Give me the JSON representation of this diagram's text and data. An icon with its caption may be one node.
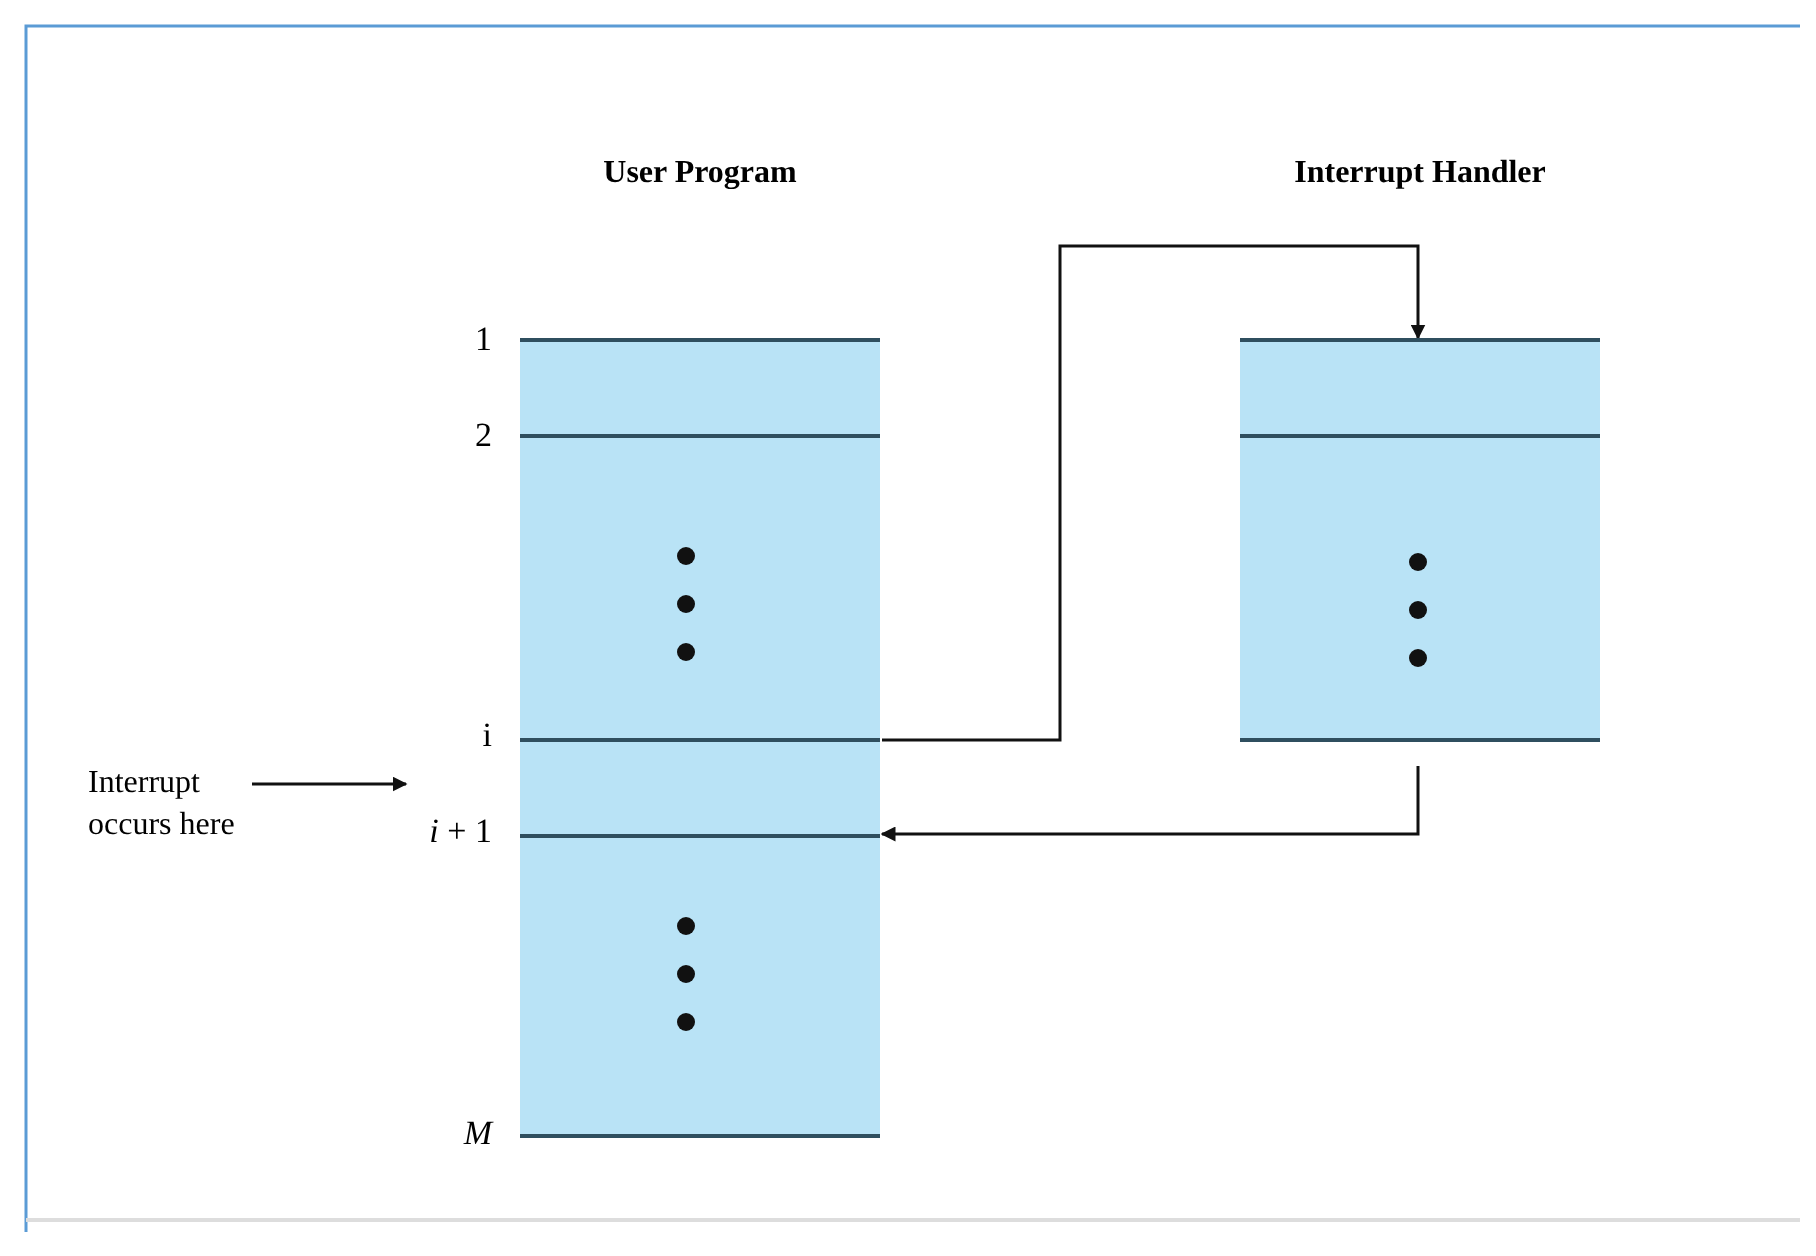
{
  "diagram": {
    "nodes": [
      {
        "text": [
          "User Program"
        ],
        "beside": [
          "1",
          "2",
          "i",
          "*i* + 1",
          "M"
        ]
      },
      {
        "text": [
          "Interrupt Handler"
        ]
      },
      {
        "text": [
          "Interrupt occurs here"
        ]
      }
    ],
    "edges": [
      {
        "from": 0,
        "to": 1,
        "arrow": "to"
      },
      {
        "from": 1,
        "to": 0,
        "arrow": "to"
      },
      {
        "from": 2,
        "to": 0,
        "arrow": "to"
      }
    ]
  }
}
